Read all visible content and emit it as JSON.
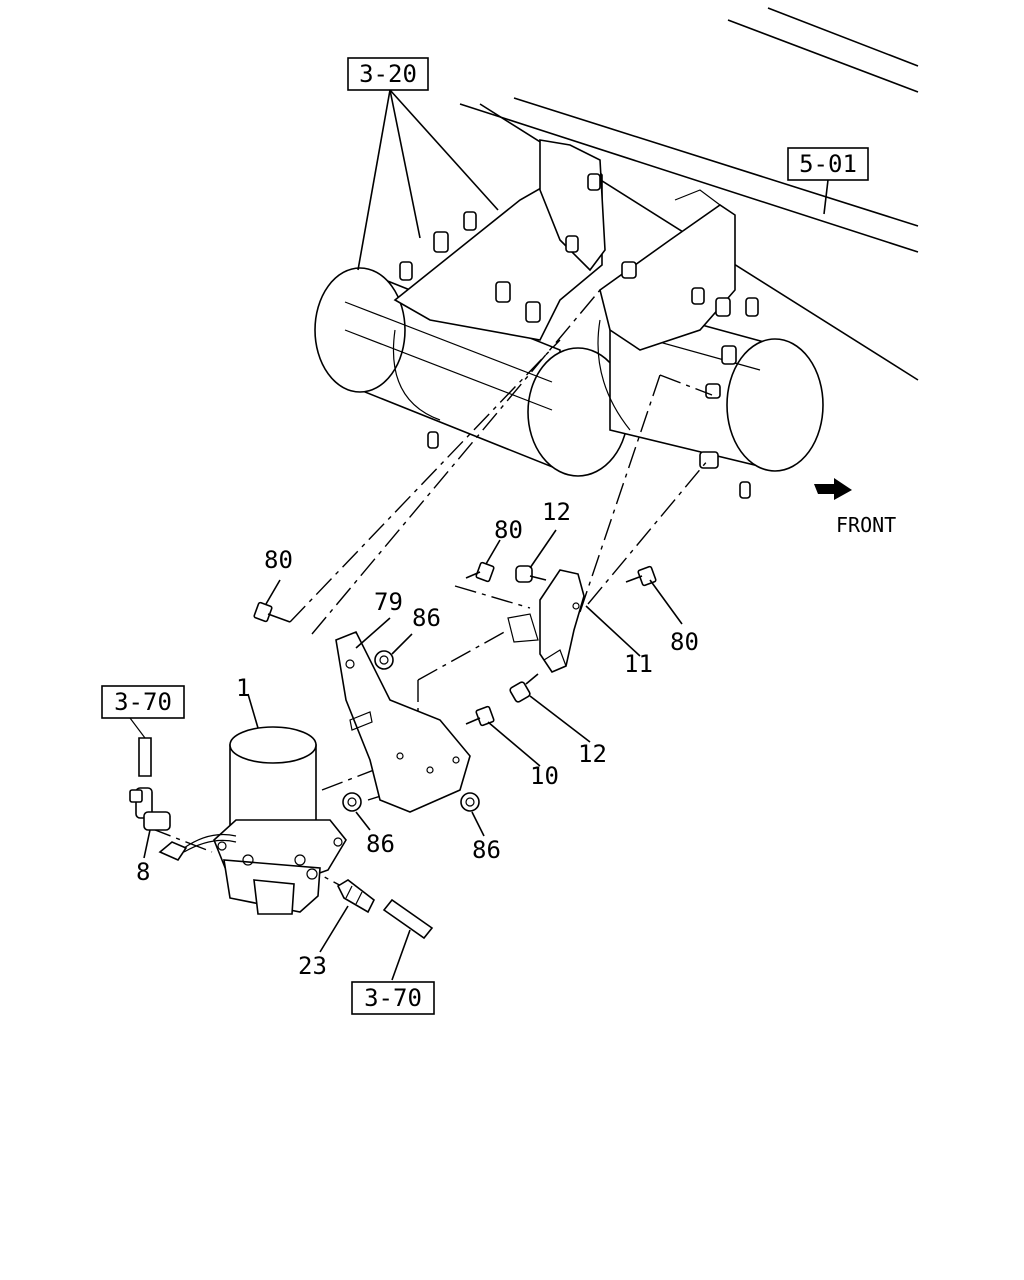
{
  "diagram": {
    "section_refs": [
      "3-20",
      "5-01",
      "3-70",
      "3-70"
    ],
    "callouts": [
      "1",
      "8",
      "10",
      "11",
      "12",
      "12",
      "23",
      "79",
      "80",
      "80",
      "80",
      "86",
      "86",
      "86"
    ],
    "direction_label": "FRONT"
  }
}
